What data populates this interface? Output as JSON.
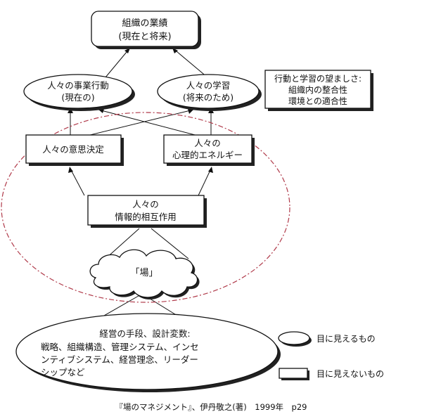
{
  "top_box": {
    "line1": "組織の業績",
    "line2": "(現在と将来)"
  },
  "action_ellipse": {
    "line1": "人々の事業行動",
    "line2": "(現在の)"
  },
  "learning_ellipse": {
    "line1": "人々の学習",
    "line2": "(将来のため)"
  },
  "note_box": {
    "line1": "行動と学習の望ましさ:",
    "line2": "組織内の整合性",
    "line3": "環境との適合性"
  },
  "decision_box": {
    "label": "人々の意思決定"
  },
  "energy_box": {
    "line1": "人々の",
    "line2": "心理的エネルギー"
  },
  "interaction_box": {
    "line1": "人々の",
    "line2": "情報的相互作用"
  },
  "ba_cloud": {
    "label": "「場」"
  },
  "bottom_ellipse": {
    "line1": "経営の手段、設計変数:",
    "line2": "戦略、組織構造、管理システム、インセ",
    "line3": "ンティブシステム、経営理念、リーダー",
    "line4": "シップなど"
  },
  "legend": {
    "visible_label": "目に見えるもの",
    "invisible_label": "目に見えないもの"
  },
  "citation": "『場のマネジメント』、伊丹敬之(著)　1999年　p29",
  "colors": {
    "dashed_ellipse": "#b03a4a",
    "ink": "#111111"
  }
}
